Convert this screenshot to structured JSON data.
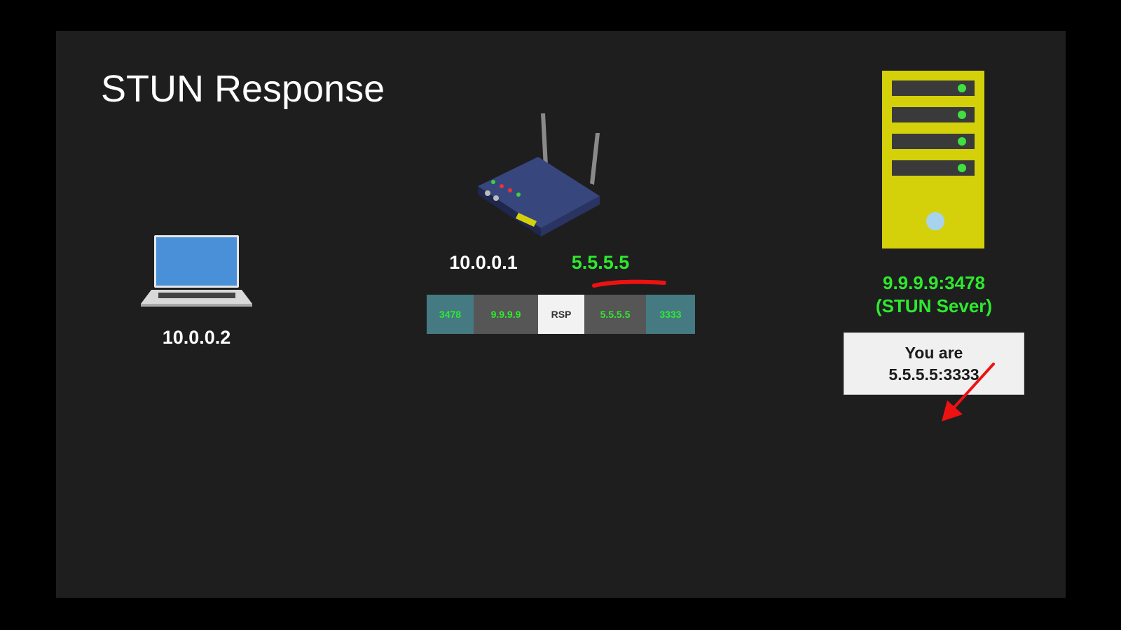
{
  "slide": {
    "title": "STUN Response"
  },
  "laptop": {
    "ip": "10.0.0.2"
  },
  "router": {
    "private_ip": "10.0.0.1",
    "public_ip": "5.5.5.5"
  },
  "packet": {
    "src_port": "3478",
    "src_ip": "9.9.9.9",
    "type": "RSP",
    "dst_ip": "5.5.5.5",
    "dst_port": "3333"
  },
  "server": {
    "address": "9.9.9.9:3478",
    "role": "(STUN Sever)",
    "message_line1": "You are",
    "message_line2": "5.5.5.5:3333"
  },
  "colors": {
    "accent_green": "#2eea2e",
    "server_yellow": "#d4d10a",
    "laptop_screen": "#4a90d9",
    "router_body": "#2e3a6a",
    "arrow_red": "#ee1111"
  }
}
